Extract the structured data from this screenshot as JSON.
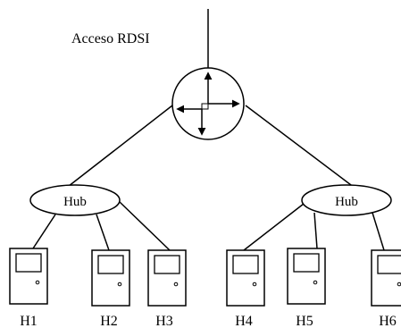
{
  "diagram": {
    "access_label": "Acceso RDSI",
    "hubs": [
      {
        "label": "Hub"
      },
      {
        "label": "Hub"
      }
    ],
    "hosts": [
      {
        "label": "H1"
      },
      {
        "label": "H2"
      },
      {
        "label": "H3"
      },
      {
        "label": "H4"
      },
      {
        "label": "H5"
      },
      {
        "label": "H6"
      }
    ],
    "colors": {
      "stroke": "#000000",
      "background": "#ffffff"
    },
    "icons": {
      "router": "router-icon",
      "hub": "hub-icon",
      "host": "computer-icon"
    }
  }
}
